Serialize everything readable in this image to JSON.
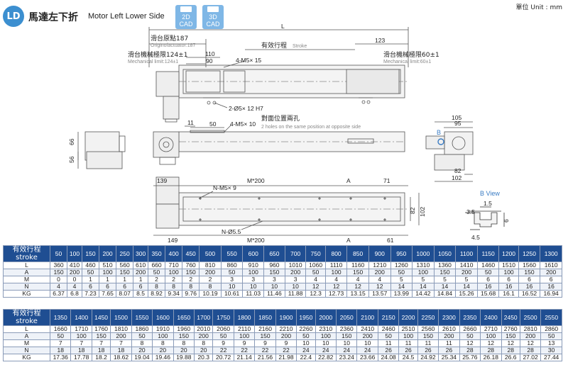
{
  "header": {
    "badge": "LD",
    "title_zh": "馬達左下折",
    "title_en": "Motor Left Lower Side",
    "cad_2d": "2D CAD",
    "cad_3d": "3D CAD",
    "unit": "單位 Unit : mm"
  },
  "top_view": {
    "L": "L",
    "origin_label": "滑台原點187",
    "origin_sub": "Originofactuator:187",
    "stroke_zh": "有效行程",
    "stroke_en": "Stroke",
    "d123": "123",
    "mech_left": "滑台機械極限124±1",
    "mech_left_sub": "Mechanical limit:124±1",
    "mech_right": "滑台機械極限60±1",
    "mech_right_sub": "Mechanical limit:60±1",
    "d110": "110",
    "d90": "90",
    "m5_15": "4-M5× 15",
    "hole_12": "2-Ø5× 12 H7"
  },
  "side_view": {
    "opposite_zh": "對面位置兩孔",
    "opposite_en": "2 holes on the same position at opposite side",
    "d11": "11",
    "d50": "50",
    "m5_10": "4-M5× 10",
    "d66": "66",
    "d56": "56",
    "d105": "105",
    "d95": "95",
    "b_label": "B",
    "d82": "82",
    "d102": "102"
  },
  "bottom_view": {
    "d139": "139",
    "m200": "M*200",
    "a": "A",
    "d71": "71",
    "nm5": "N-M5× 9",
    "d82": "82",
    "d102": "102",
    "d149": "149",
    "n55": "N-Ø5.5",
    "m200b": "M*200",
    "ab": "A",
    "d61": "61"
  },
  "b_view": {
    "title": "B View",
    "d15": "1.5",
    "d35": "3.5",
    "d6": "6",
    "d45": "4.5"
  },
  "table1": {
    "header_zh": "有效行程",
    "header_en": "stroke",
    "strokes": [
      "50",
      "100",
      "150",
      "200",
      "250",
      "300",
      "350",
      "400",
      "450",
      "500",
      "550",
      "600",
      "650",
      "700",
      "750",
      "800",
      "850",
      "900",
      "950",
      "1000",
      "1050",
      "1100",
      "1150",
      "1200",
      "1250",
      "1300"
    ],
    "rows": [
      {
        "label": "L",
        "values": [
          "360",
          "410",
          "460",
          "510",
          "560",
          "610",
          "660",
          "710",
          "760",
          "810",
          "860",
          "910",
          "960",
          "1010",
          "1060",
          "1110",
          "1160",
          "1210",
          "1260",
          "1310",
          "1360",
          "1410",
          "1460",
          "1510",
          "1560",
          "1610"
        ]
      },
      {
        "label": "A",
        "values": [
          "150",
          "200",
          "50",
          "100",
          "150",
          "200",
          "50",
          "100",
          "150",
          "200",
          "50",
          "100",
          "150",
          "200",
          "50",
          "100",
          "150",
          "200",
          "50",
          "100",
          "150",
          "200",
          "50",
          "100",
          "150",
          "200"
        ]
      },
      {
        "label": "M",
        "values": [
          "0",
          "0",
          "1",
          "1",
          "1",
          "1",
          "2",
          "2",
          "2",
          "2",
          "3",
          "3",
          "3",
          "3",
          "4",
          "4",
          "4",
          "4",
          "5",
          "5",
          "5",
          "5",
          "6",
          "6",
          "6",
          "6"
        ]
      },
      {
        "label": "N",
        "values": [
          "4",
          "4",
          "6",
          "6",
          "6",
          "6",
          "8",
          "8",
          "8",
          "8",
          "10",
          "10",
          "10",
          "10",
          "12",
          "12",
          "12",
          "12",
          "14",
          "14",
          "14",
          "14",
          "16",
          "16",
          "16",
          "16"
        ]
      },
      {
        "label": "KG",
        "values": [
          "6.37",
          "6.8",
          "7.23",
          "7.65",
          "8.07",
          "8.5",
          "8.92",
          "9.34",
          "9.76",
          "10.19",
          "10.61",
          "11.03",
          "11.46",
          "11.88",
          "12.3",
          "12.73",
          "13.15",
          "13.57",
          "13.99",
          "14.42",
          "14.84",
          "15.26",
          "15.68",
          "16.1",
          "16.52",
          "16.94"
        ]
      }
    ]
  },
  "table2": {
    "header_zh": "有效行程",
    "header_en": "stroke",
    "strokes": [
      "1350",
      "1400",
      "1450",
      "1500",
      "1550",
      "1600",
      "1650",
      "1700",
      "1750",
      "1800",
      "1850",
      "1900",
      "1950",
      "2000",
      "2050",
      "2100",
      "2150",
      "2200",
      "2250",
      "2300",
      "2350",
      "2400",
      "2450",
      "2500",
      "2550"
    ],
    "rows": [
      {
        "label": "L",
        "values": [
          "1660",
          "1710",
          "1760",
          "1810",
          "1860",
          "1910",
          "1960",
          "2010",
          "2060",
          "2110",
          "2160",
          "2210",
          "2260",
          "2310",
          "2360",
          "2410",
          "2460",
          "2510",
          "2560",
          "2610",
          "2660",
          "2710",
          "2760",
          "2810",
          "2860"
        ]
      },
      {
        "label": "A",
        "values": [
          "50",
          "100",
          "150",
          "200",
          "50",
          "100",
          "150",
          "200",
          "50",
          "100",
          "150",
          "200",
          "50",
          "100",
          "150",
          "200",
          "50",
          "100",
          "150",
          "200",
          "50",
          "100",
          "150",
          "200",
          "50"
        ]
      },
      {
        "label": "M",
        "values": [
          "7",
          "7",
          "7",
          "7",
          "8",
          "8",
          "8",
          "8",
          "9",
          "9",
          "9",
          "9",
          "10",
          "10",
          "10",
          "10",
          "11",
          "11",
          "11",
          "11",
          "12",
          "12",
          "12",
          "12",
          "13"
        ]
      },
      {
        "label": "N",
        "values": [
          "18",
          "18",
          "18",
          "18",
          "20",
          "20",
          "20",
          "20",
          "22",
          "22",
          "22",
          "22",
          "24",
          "24",
          "24",
          "24",
          "26",
          "26",
          "26",
          "26",
          "28",
          "28",
          "28",
          "28",
          "30"
        ]
      },
      {
        "label": "KG",
        "values": [
          "17.36",
          "17.78",
          "18.2",
          "18.62",
          "19.04",
          "19.46",
          "19.88",
          "20.3",
          "20.72",
          "21.14",
          "21.56",
          "21.98",
          "22.4",
          "22.82",
          "23.24",
          "23.66",
          "24.08",
          "24.5",
          "24.92",
          "25.34",
          "25.76",
          "26.18",
          "26.6",
          "27.02",
          "27.44"
        ]
      }
    ]
  },
  "colors": {
    "badge": "#3c8fd0",
    "table_header": "#1f4e92",
    "accent_blue": "#3a7cc4"
  }
}
